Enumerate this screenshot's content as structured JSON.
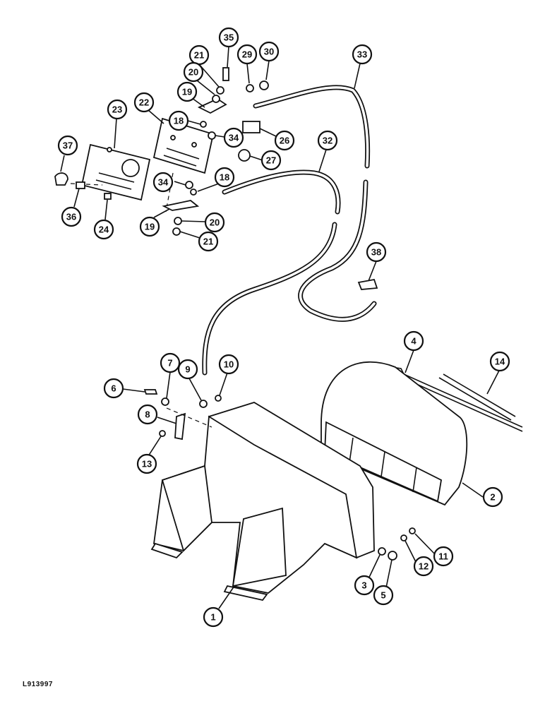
{
  "drawing_code": "L913997",
  "callouts": [
    {
      "label": "35"
    },
    {
      "label": "21"
    },
    {
      "label": "29"
    },
    {
      "label": "30"
    },
    {
      "label": "33"
    },
    {
      "label": "20"
    },
    {
      "label": "19"
    },
    {
      "label": "23"
    },
    {
      "label": "22"
    },
    {
      "label": "18"
    },
    {
      "label": "34"
    },
    {
      "label": "26"
    },
    {
      "label": "37"
    },
    {
      "label": "32"
    },
    {
      "label": "27"
    },
    {
      "label": "34"
    },
    {
      "label": "18"
    },
    {
      "label": "36"
    },
    {
      "label": "24"
    },
    {
      "label": "19"
    },
    {
      "label": "20"
    },
    {
      "label": "21"
    },
    {
      "label": "38"
    },
    {
      "label": "4"
    },
    {
      "label": "14"
    },
    {
      "label": "7"
    },
    {
      "label": "9"
    },
    {
      "label": "10"
    },
    {
      "label": "6"
    },
    {
      "label": "8"
    },
    {
      "label": "13"
    },
    {
      "label": "2"
    },
    {
      "label": "11"
    },
    {
      "label": "12"
    },
    {
      "label": "3"
    },
    {
      "label": "5"
    },
    {
      "label": "1"
    }
  ]
}
